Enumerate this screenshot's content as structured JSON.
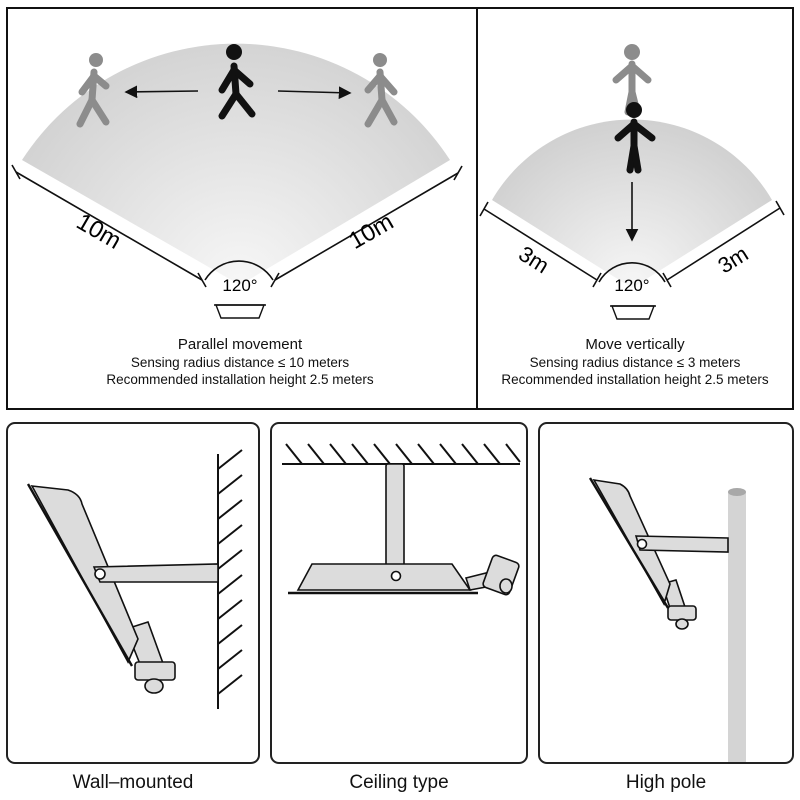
{
  "parallel": {
    "title": "Parallel movement",
    "line1": "Sensing radius distance ≤ 10 meters",
    "line2": "Recommended installation height 2.5 meters",
    "radius_label": "10m",
    "angle_label": "120°"
  },
  "vertical": {
    "title": "Move vertically",
    "line1": "Sensing radius distance ≤ 3 meters",
    "line2": "Recommended installation height 2.5 meters",
    "radius_label": "3m",
    "angle_label": "120°"
  },
  "mounts": [
    {
      "label": "Wall–mounted"
    },
    {
      "label": "Ceiling type"
    },
    {
      "label": "High pole"
    }
  ],
  "colors": {
    "outline": "#111111",
    "sector_light": "#f2f2f2",
    "sector_dark": "#d0d0d0",
    "figure_gray": "#8c8c8c",
    "lamp_fill": "#dcdcdc",
    "pole": "#d4d4d4"
  }
}
